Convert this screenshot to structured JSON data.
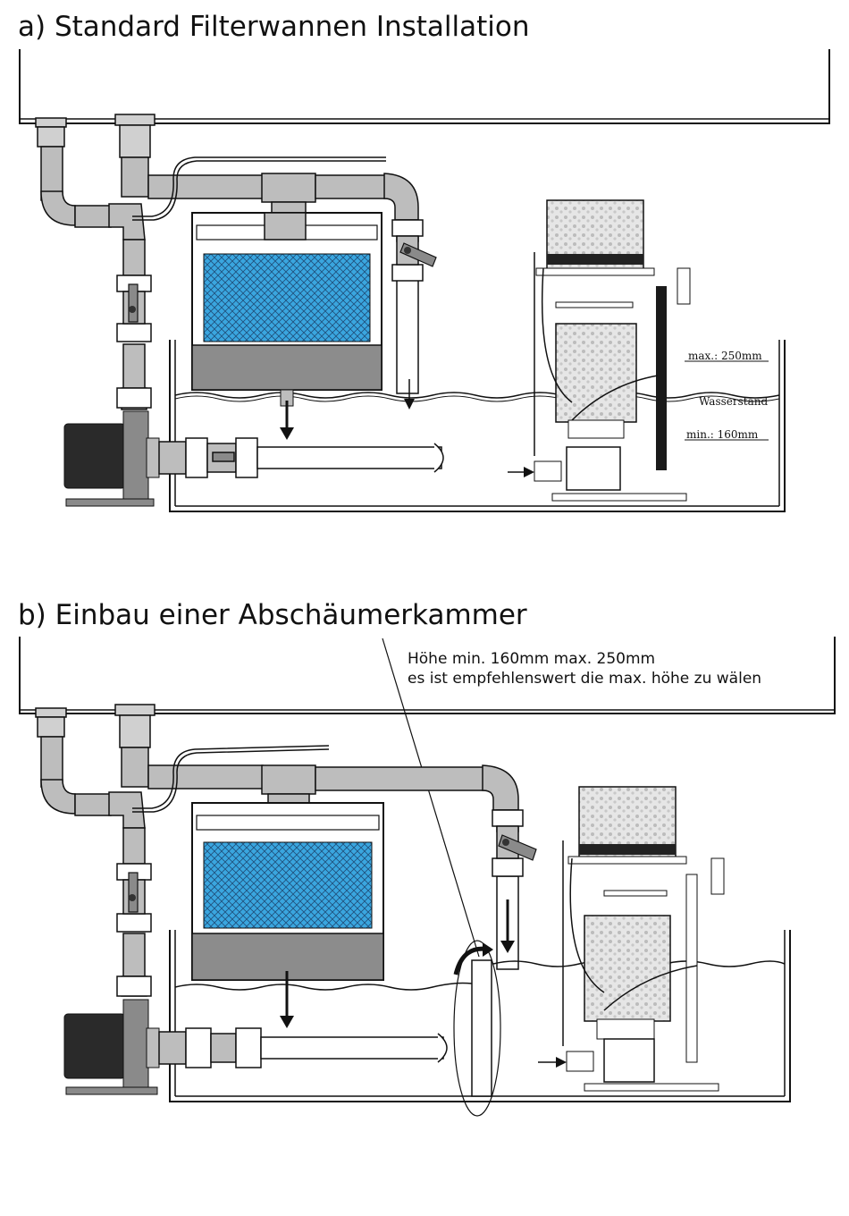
{
  "section_a": {
    "title": "a) Standard Filterwannen Installation",
    "max_label": "max.: 250mm",
    "water_label": "Wasserstand",
    "min_label": "min.: 160mm"
  },
  "section_b": {
    "title": "b) Einbau einer Abschäumerkammer",
    "note_line1": "Höhe min. 160mm max. 250mm",
    "note_line2": "es ist empfehlenswert die max. höhe zu wälen"
  },
  "colors": {
    "pipe": "#bdbdbd",
    "filter_media": "#3aa6df",
    "sump_water_band": "#8c8c8c",
    "pump_motor": "#2a2a2a",
    "line": "#111111"
  }
}
